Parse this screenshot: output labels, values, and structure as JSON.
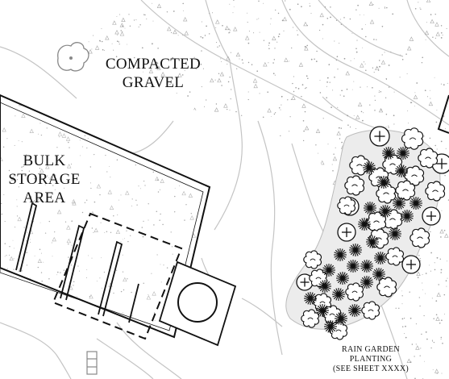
{
  "labels": {
    "compacted_gravel": "COMPACTED\nGRAVEL",
    "bulk_storage": "BULK\nSTORAGE\nAREA",
    "rain_garden": "RAIN GARDEN\nPLANTING\n(SEE SHEET XXXX)"
  },
  "colors": {
    "ink": "#111111",
    "contour": "#c4c4c4",
    "stipple": "#9c9c9c",
    "canopy_fill": "#ececec"
  },
  "symbols": {
    "plus_plant": "circle-plus-icon",
    "starburst_plant": "starburst-shrub-icon",
    "cloud_plant": "cloud-shrub-icon",
    "existing_tree": "tree-canopy-icon"
  }
}
